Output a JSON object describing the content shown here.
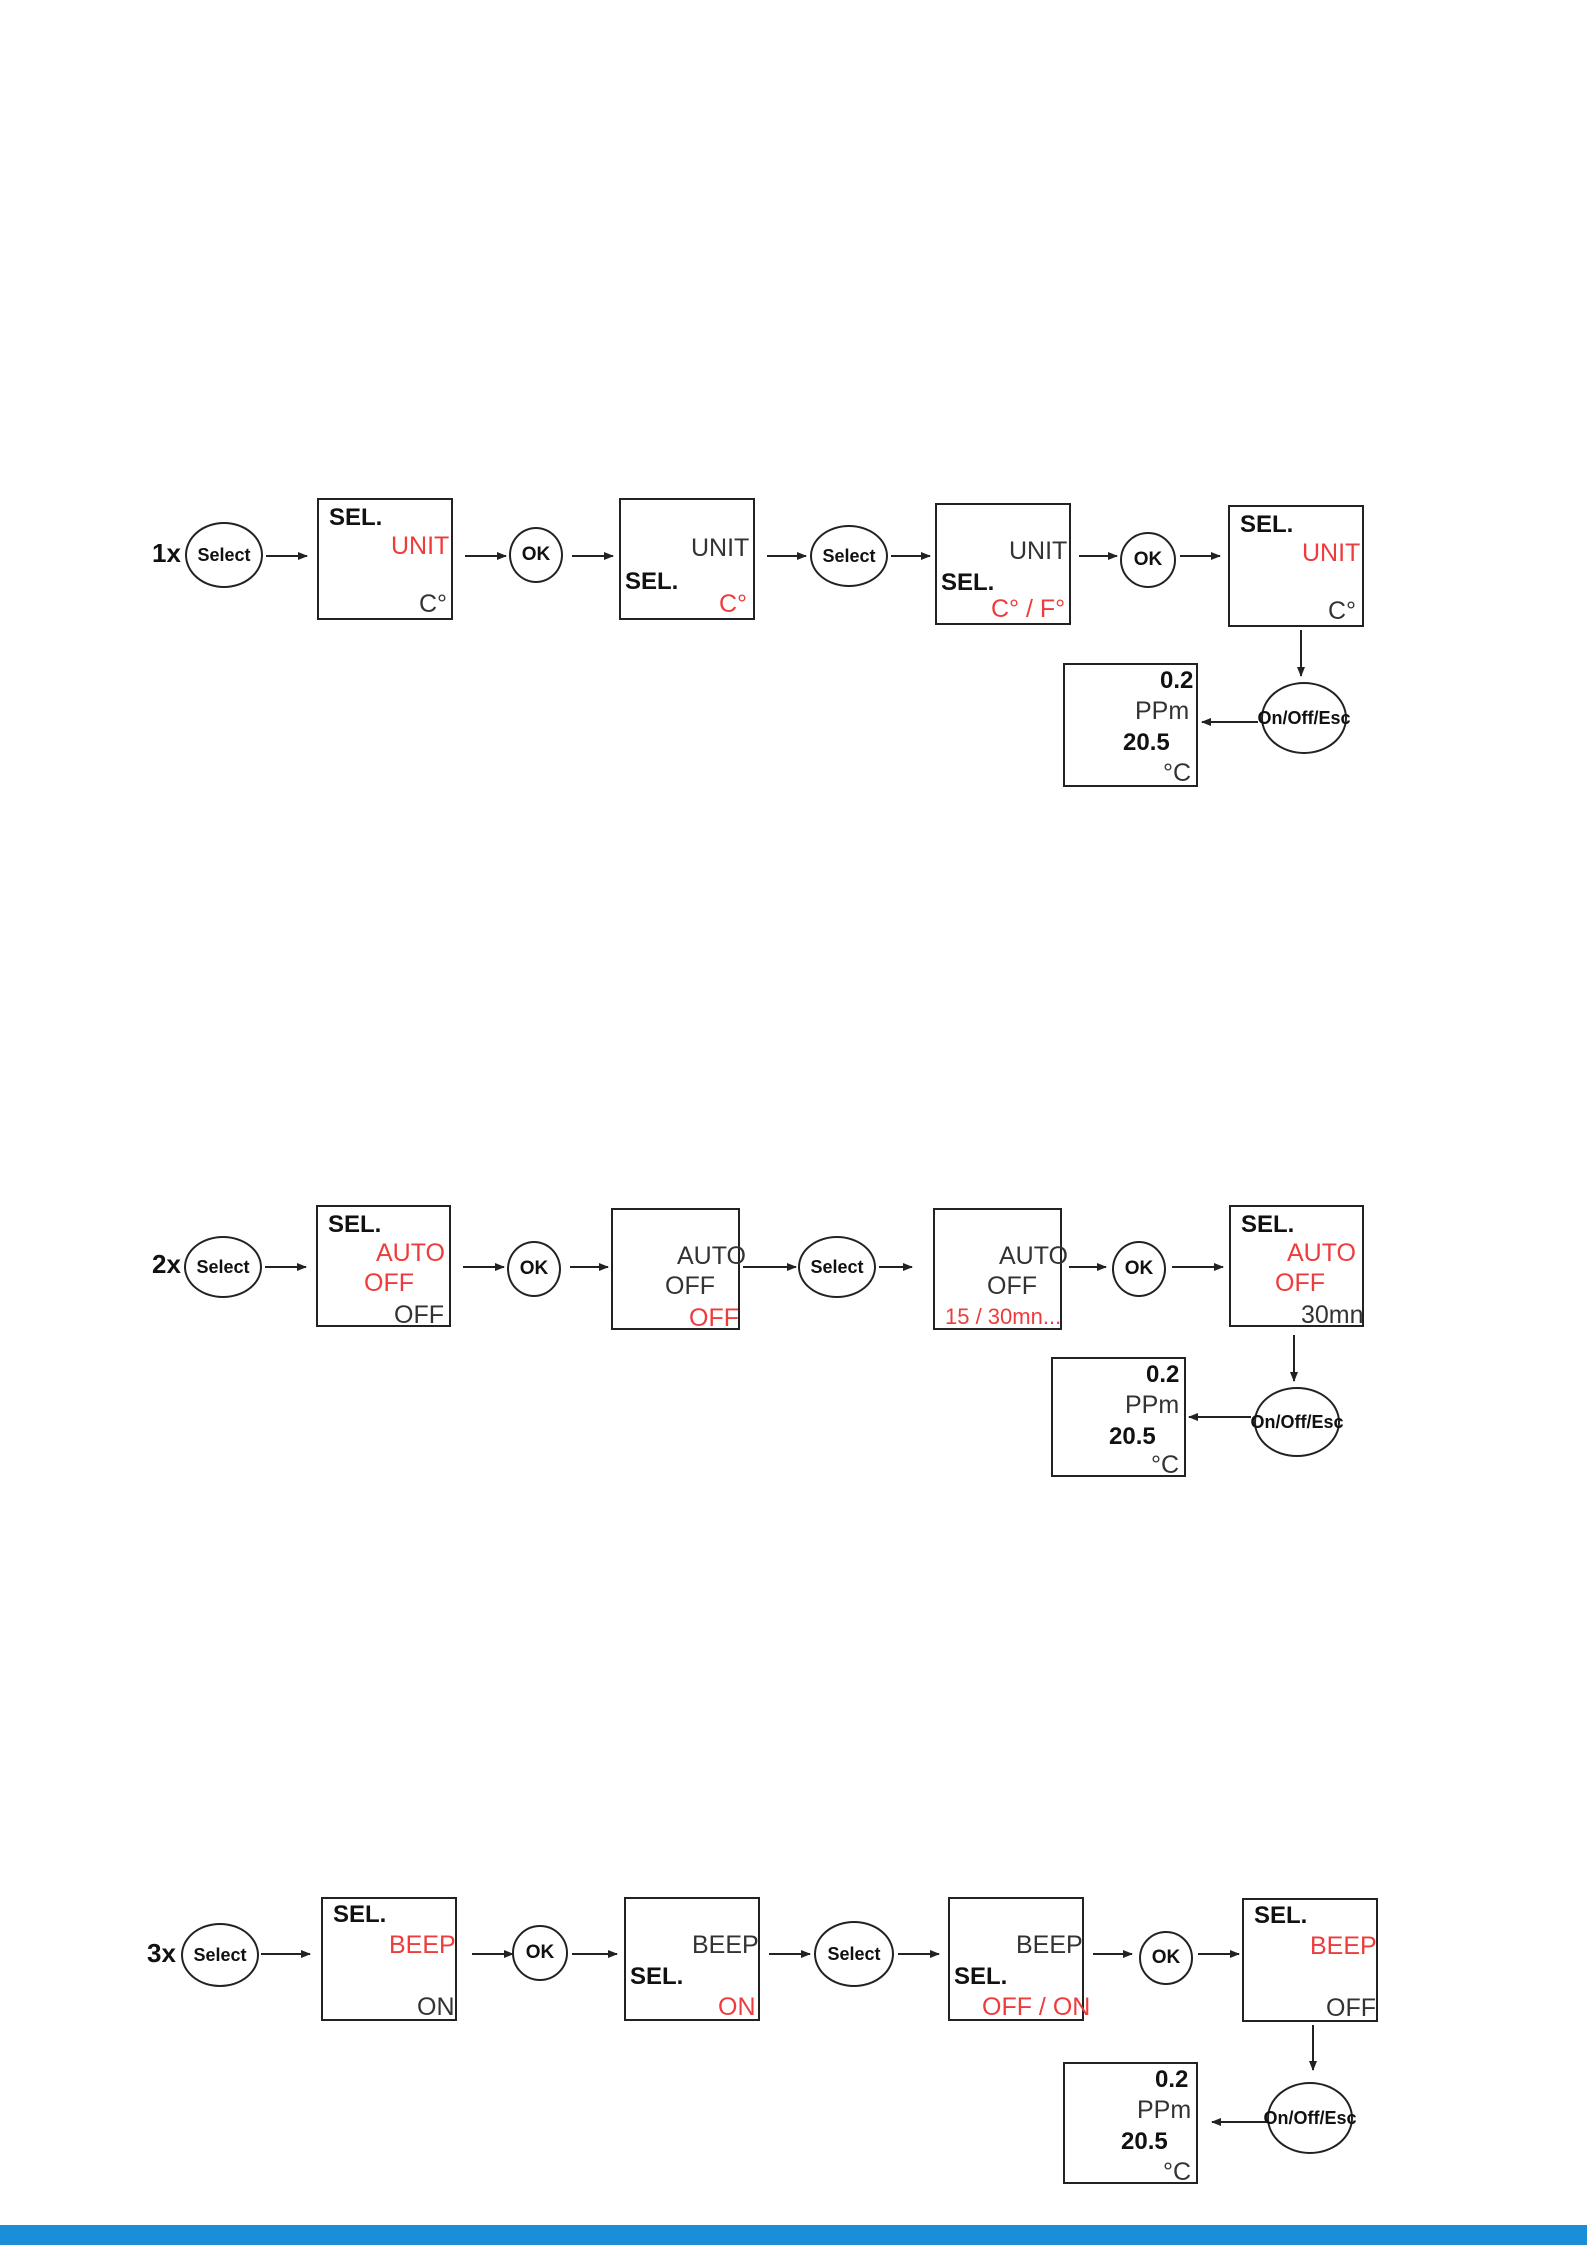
{
  "colors": {
    "highlight": "#ee3b3b",
    "line": "#222222",
    "bottom_bar": "#1a8fd8"
  },
  "buttons": {
    "select": "Select",
    "ok": "OK",
    "escape_line1": "On/Off/",
    "escape_line2": "Esc"
  },
  "rows": [
    {
      "step_label": "1x",
      "screens": [
        {
          "sel": "SEL.",
          "label": "UNIT",
          "value": "C°"
        },
        {
          "sel": "SEL.",
          "label": "UNIT",
          "value": "C°"
        },
        {
          "sel": "SEL.",
          "label": "UNIT",
          "value": "C° / F°"
        },
        {
          "sel": "SEL.",
          "label": "UNIT",
          "value": "C°"
        }
      ],
      "result": {
        "reading": "0.2",
        "unit": "PPm",
        "temperature": "20.5",
        "temp_unit": "°C"
      }
    },
    {
      "step_label": "2x",
      "screens": [
        {
          "sel": "SEL.",
          "label": "AUTO",
          "sublabel": "OFF",
          "value": "OFF"
        },
        {
          "label": "AUTO",
          "sublabel": "OFF",
          "value": "OFF"
        },
        {
          "label": "AUTO",
          "sublabel": "OFF",
          "value": "15 / 30mn..."
        },
        {
          "sel": "SEL.",
          "label": "AUTO",
          "sublabel": "OFF",
          "value": "30mn"
        }
      ],
      "result": {
        "reading": "0.2",
        "unit": "PPm",
        "temperature": "20.5",
        "temp_unit": "°C"
      }
    },
    {
      "step_label": "3x",
      "screens": [
        {
          "sel": "SEL.",
          "label": "BEEP",
          "value": "ON"
        },
        {
          "sel": "SEL.",
          "label": "BEEP",
          "value": "ON"
        },
        {
          "sel": "SEL.",
          "label": "BEEP",
          "value": "OFF / ON"
        },
        {
          "sel": "SEL.",
          "label": "BEEP",
          "value": "OFF"
        }
      ],
      "result": {
        "reading": "0.2",
        "unit": "PPm",
        "temperature": "20.5",
        "temp_unit": "°C"
      }
    }
  ]
}
